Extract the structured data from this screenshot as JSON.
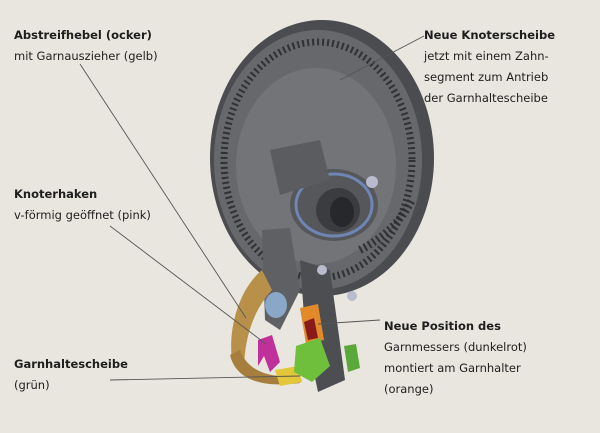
{
  "labels": {
    "abstreifhebel": {
      "title": "Abstreifhebel (ocker)",
      "desc": "mit Garnauszieher (gelb)"
    },
    "knoterhaken": {
      "title": "Knoterhaken",
      "desc": "v-förmig geöffnet (pink)"
    },
    "garnhaltescheibe": {
      "title": "Garnhaltescheibe",
      "desc": "(grün)"
    },
    "knoterscheibe": {
      "title": "Neue Knoterscheibe",
      "desc_lines": [
        "jetzt mit einem Zahn-",
        "segment zum Antrieb",
        "der Garnhaltescheibe"
      ]
    },
    "garnmesser": {
      "title": "Neue Position des",
      "desc_lines": [
        "Garnmessers (dunkelrot)",
        "montiert am Garnhalter",
        "(orange)"
      ]
    }
  },
  "colors": {
    "background": "#e9e6df",
    "disc": "#5f6165",
    "disc_dark": "#3d3f43",
    "ocker": "#b8904a",
    "gelb": "#e3c63a",
    "pink": "#c0309a",
    "gruen": "#6fbf3d",
    "dunkelrot": "#8a1a1a",
    "orange": "#e08a2a",
    "leader_line": "#555555"
  }
}
